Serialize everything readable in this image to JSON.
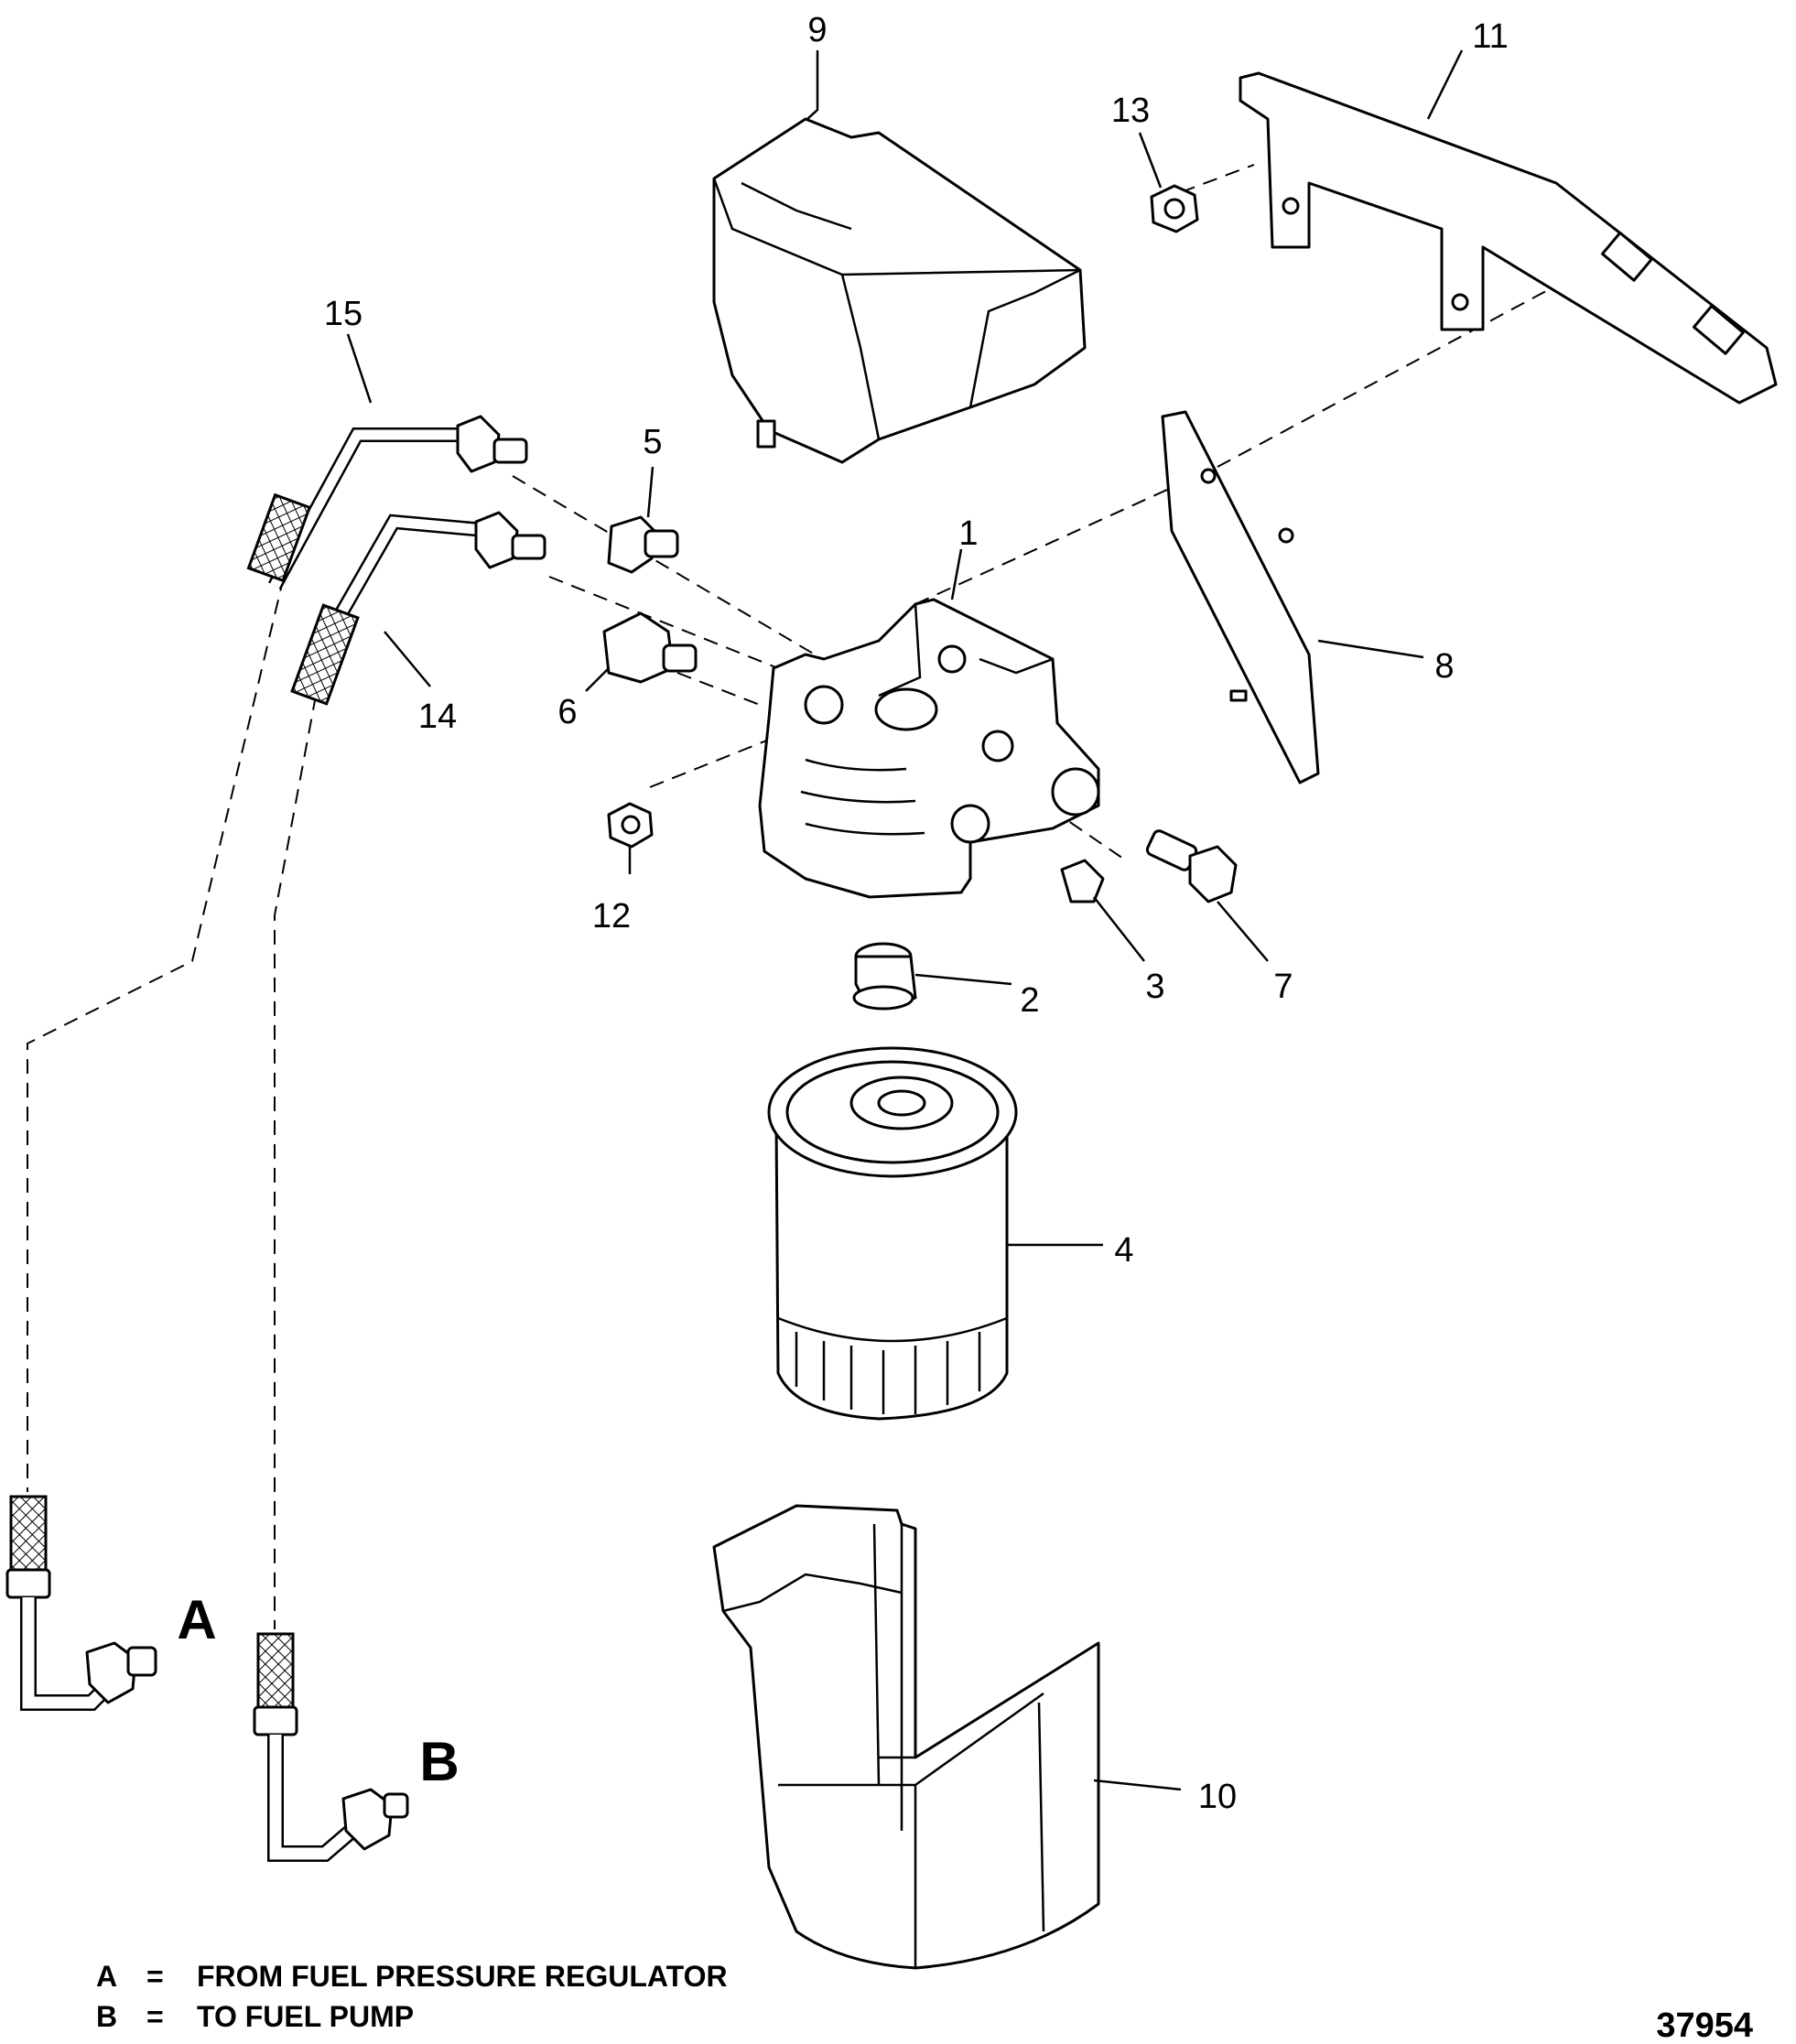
{
  "callouts": {
    "c1": "1",
    "c2": "2",
    "c3": "3",
    "c4": "4",
    "c5": "5",
    "c6": "6",
    "c7": "7",
    "c8": "8",
    "c9": "9",
    "c10": "10",
    "c11": "11",
    "c12": "12",
    "c13": "13",
    "c14": "14",
    "c15": "15"
  },
  "connectors": {
    "a": "A",
    "b": "B"
  },
  "legend": {
    "a_key": "A",
    "a_eq": "=",
    "a_text": "FROM FUEL PRESSURE REGULATOR",
    "b_key": "B",
    "b_eq": "=",
    "b_text": "TO FUEL PUMP"
  },
  "figure_number": "37954",
  "icons": {
    "filter_head": "fuel-filter-head-icon",
    "filter_cartridge": "fuel-filter-cartridge-icon",
    "shield_top": "filter-shield-top-icon",
    "shield_bottom": "filter-shield-bottom-icon",
    "bracket": "mounting-bracket-icon",
    "plate": "mounting-plate-icon"
  }
}
